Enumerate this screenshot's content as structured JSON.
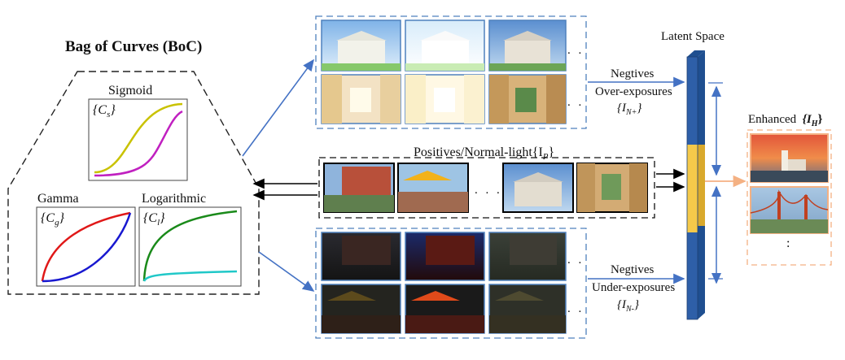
{
  "boc": {
    "title": "Bag of Curves (BoC)",
    "sigmoid": {
      "name": "Sigmoid",
      "set": "{C",
      "sub": "s",
      "close": "}"
    },
    "gamma": {
      "name": "Gamma",
      "set": "{C",
      "sub": "g",
      "close": "}"
    },
    "log": {
      "name": "Logarithmic",
      "set": "{C",
      "sub": "l",
      "close": "}"
    }
  },
  "positives": {
    "title": "Positives/Normal-light{I",
    "sub": "P",
    "close": "}"
  },
  "over": {
    "label1": "Negtives",
    "label2": "Over-exposures",
    "set": "{I",
    "sub": "N+",
    "close": "}"
  },
  "under": {
    "label1": "Negtives",
    "label2": "Under-exposures",
    "set": "{I",
    "sub": "N-",
    "close": "}"
  },
  "latent": {
    "label": "Latent Space"
  },
  "enhanced": {
    "label": "Enhanced",
    "set": "{I",
    "sub": "H",
    "close": "}"
  },
  "ellipsis": {
    "h": ". . .",
    "h2": ". .",
    "v": ":"
  },
  "colors": {
    "blue_arrow": "#4472c4",
    "dash_blue": "#4f81bd",
    "orange": "#f4b183",
    "bar_blue": "#2e5fa8",
    "bar_yellow": "#f5c94a",
    "sigmoid1": "#c9c200",
    "sigmoid2": "#c020c0",
    "gamma1": "#e01818",
    "gamma2": "#1818d0",
    "log1": "#1a8a1a",
    "log2": "#20c8c8"
  }
}
